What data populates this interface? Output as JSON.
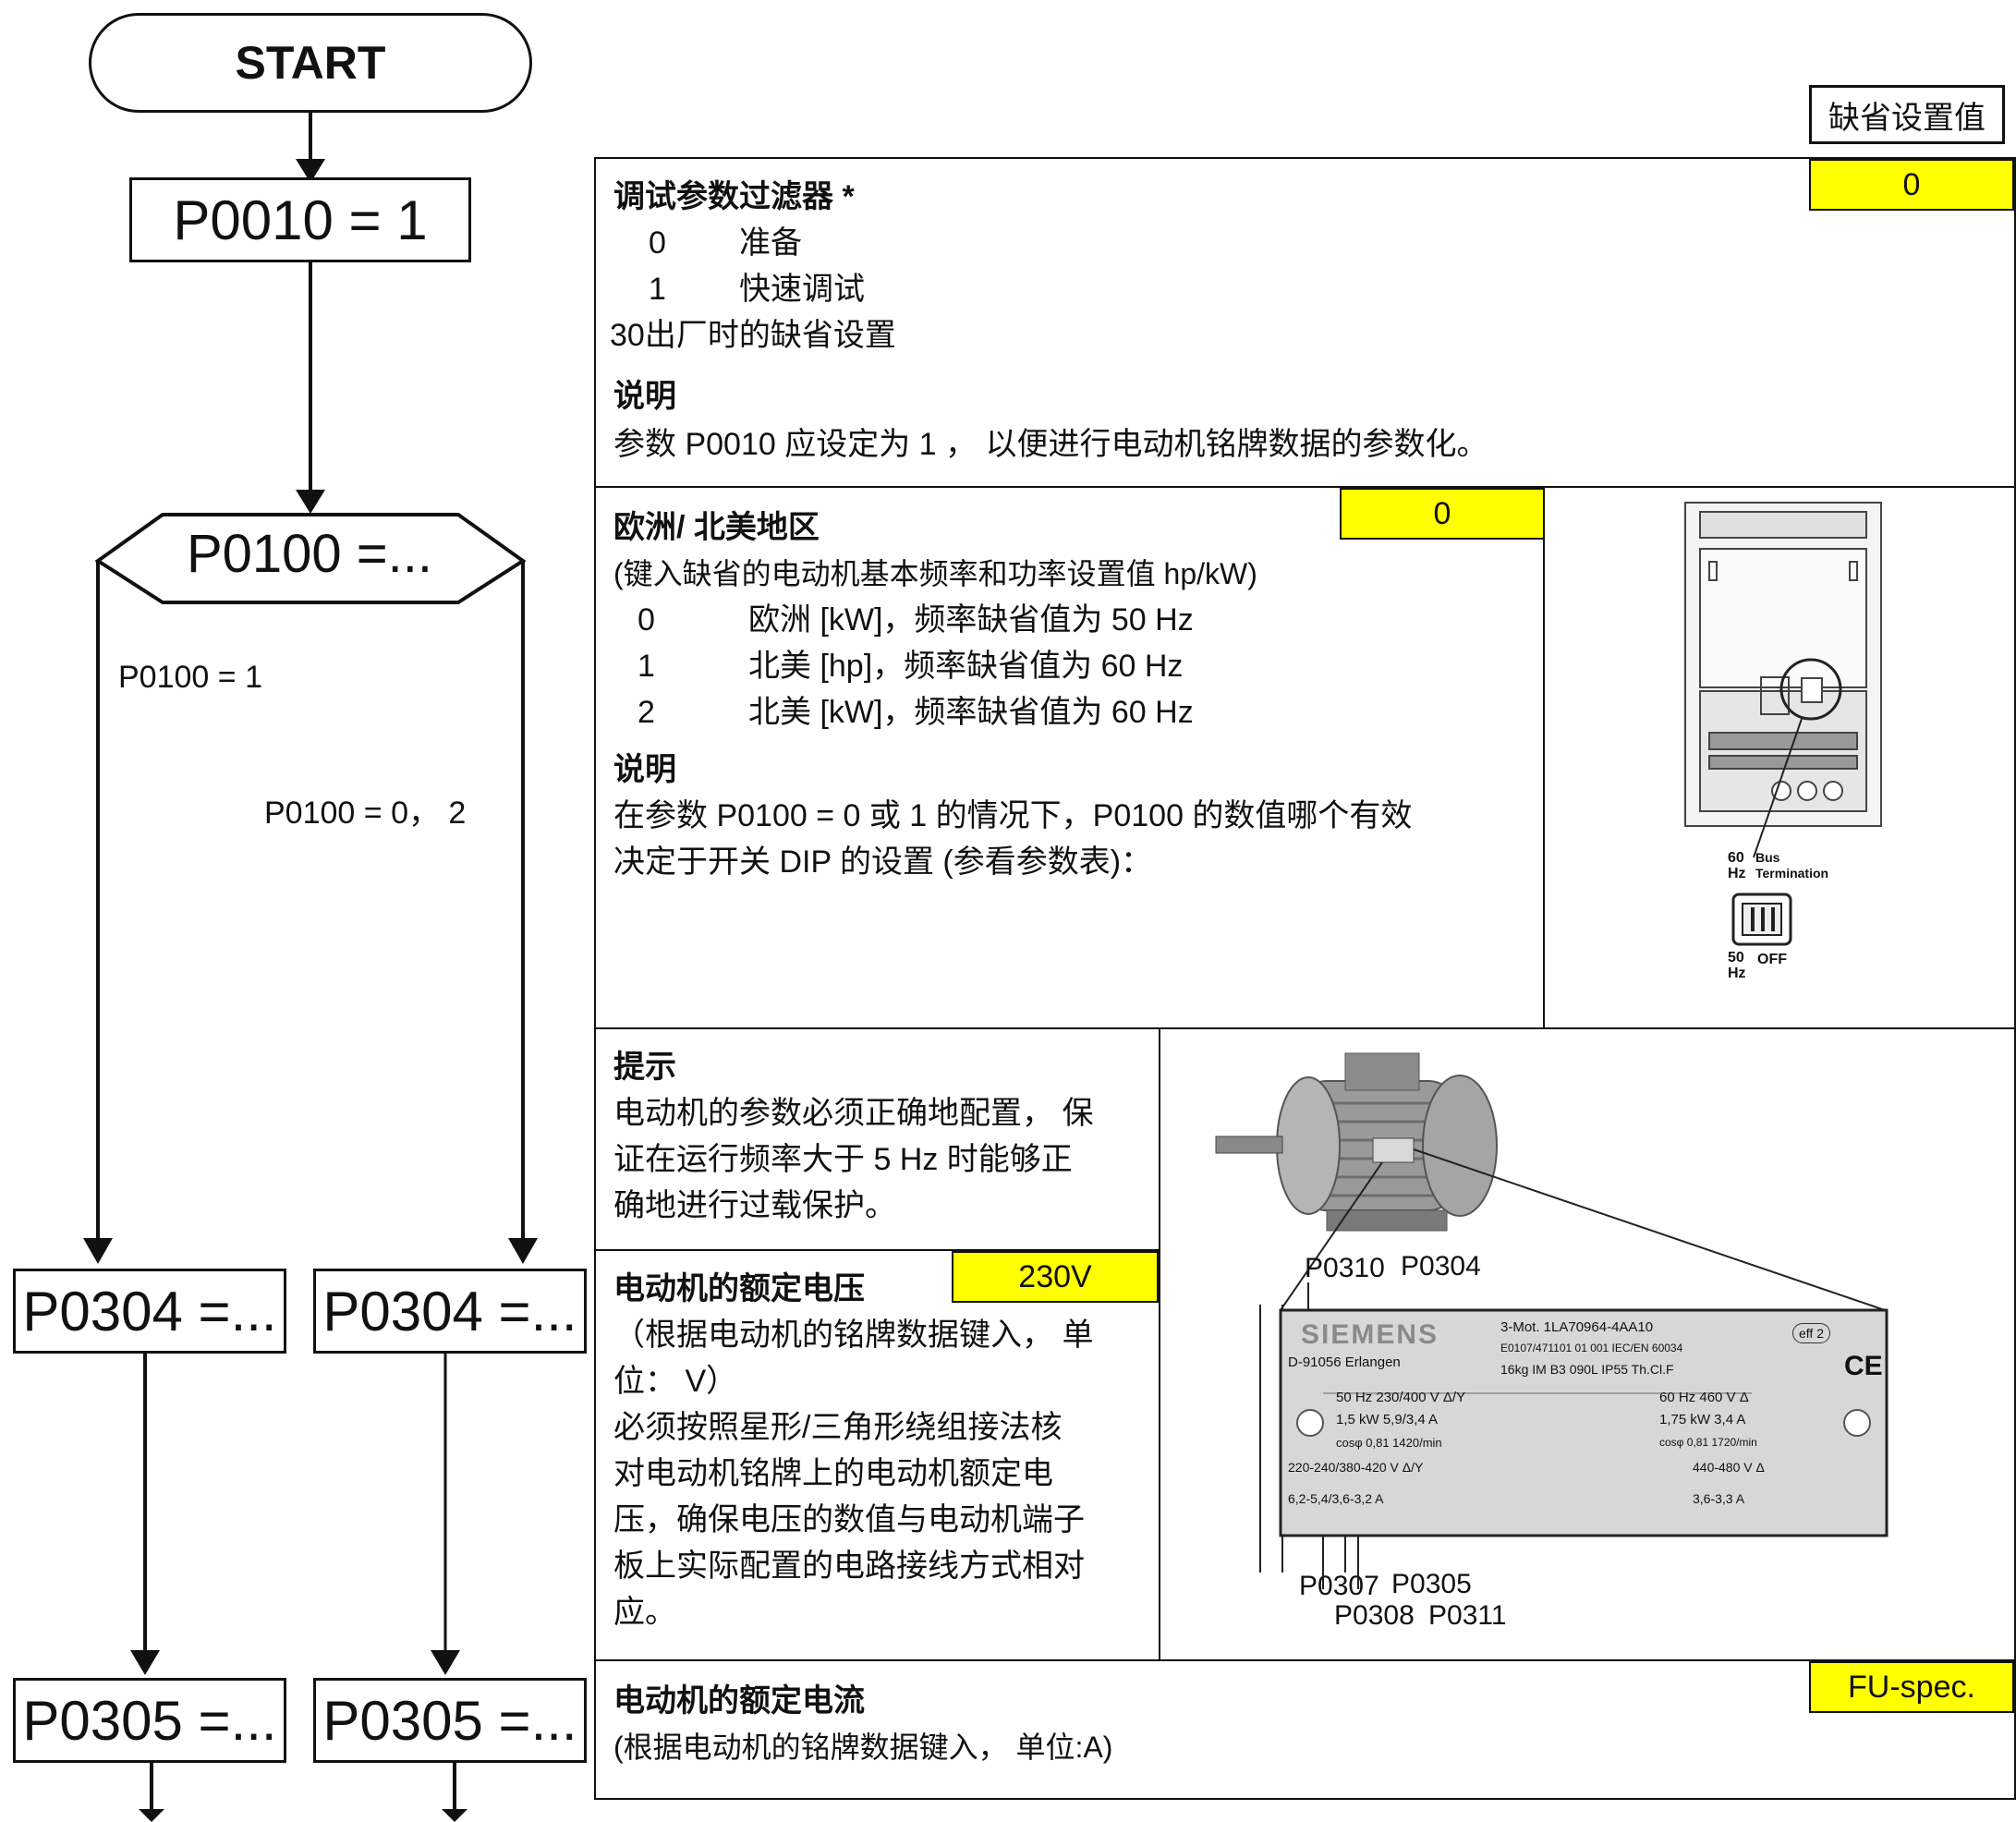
{
  "default_header": "缺省设置值",
  "flow": {
    "start": "START",
    "p0010": "P0010 = 1",
    "p0100": "P0100 =...",
    "branch_1": "P0100 = 1",
    "branch_02": "P0100 = 0，  2",
    "p0304_left": "P0304 =...",
    "p0304_right": "P0304 =...",
    "p0305_left": "P0305 =...",
    "p0305_right": "P0305 =..."
  },
  "sections": {
    "p0010": {
      "title": "调试参数过滤器 *",
      "default": "0",
      "opt0_num": "0",
      "opt0_text": "准备",
      "opt1_num": "1",
      "opt1_text": "快速调试",
      "opt30": "30出厂时的缺省设置",
      "note_title": "说明",
      "note": "参数 P0010  应设定为  1  ，   以便进行电动机铭牌数据的参数化。"
    },
    "p0100": {
      "title": "欧洲/  北美地区",
      "default": "0",
      "subtitle": "(键入缺省的电动机基本频率和功率设置值 hp/kW)",
      "opt0_num": "0",
      "opt0_text": "欧洲  [kW]，频率缺省值为  50 Hz",
      "opt1_num": "1",
      "opt1_text": "北美  [hp]，频率缺省值为  60 Hz",
      "opt2_num": "2",
      "opt2_text": "北美  [kW]，频率缺省值为  60 Hz",
      "note_title": "说明",
      "note_line1": "在参数 P0100 = 0  或  1  的情况下，P0100  的数值哪个有效",
      "note_line2": "决定于开关  DIP  的设置 (参看参数表)："
    },
    "dip": {
      "hz60": "60 Hz",
      "bus": "Bus Termination",
      "hz50": "50 Hz",
      "off": "OFF"
    },
    "hint": {
      "title": "提示",
      "line1": "电动机的参数必须正确地配置，  保",
      "line2": "证在运行频率大于 5 Hz 时能够正",
      "line3": "确地进行过载保护。"
    },
    "p0304": {
      "title": "电动机的额定电压",
      "default": "230V",
      "line1": "（根据电动机的铭牌数据键入，  单",
      "line2": "位：  V）",
      "line3": "必须按照星形/三角形绕组接法核",
      "line4": "对电动机铭牌上的电动机额定电",
      "line5": "压，确保电压的数值与电动机端子",
      "line6": "板上实际配置的电路接线方式相对",
      "line7": "应。"
    },
    "plate": {
      "p0310": "P0310",
      "p0304": "P0304",
      "p0307": "P0307",
      "p0305": "P0305",
      "p0308": "P0308",
      "p0311": "P0311",
      "brand": "SIEMENS",
      "city": "D-91056 Erlangen",
      "mot": "3-Mot.   1LA70964-4AA10",
      "std": "E0107/471101  01 001 IEC/EN 60034",
      "mass": "16kg   IM B3  090L   IP55  Th.Cl.F",
      "r1": "50 Hz  230/400 V  Δ/Y",
      "r2": "1,5 kW  5,9/3,4 A",
      "r3": "cosφ 0,81   1420/min",
      "r4": "220-240/380-420 V  Δ/Y",
      "r5": "6,2-5,4/3,6-3,2 A",
      "r6": "60 Hz   460 V Δ",
      "r7": "1,75 kW   3,4 A",
      "r8": "cosφ 0,81   1720/min",
      "r9": "440-480 V Δ",
      "r10": "3,6-3,3 A",
      "eff": "eff 2",
      "ce": "CE"
    },
    "p0305": {
      "title": "电动机的额定电流",
      "default": "FU-spec.",
      "line1": "(根据电动机的铭牌数据键入，  单位:A)"
    }
  }
}
